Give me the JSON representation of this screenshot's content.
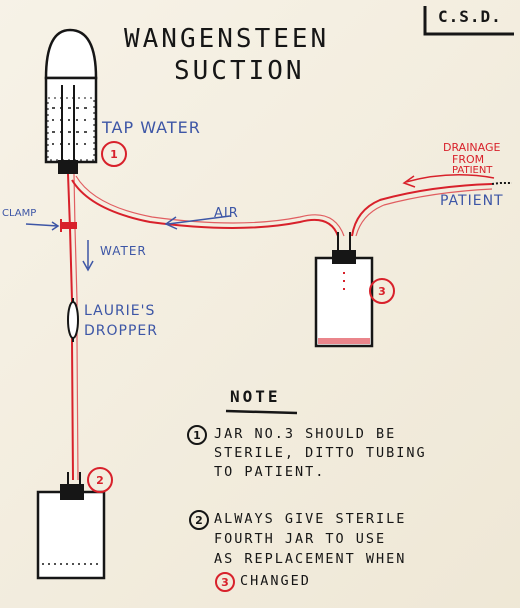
{
  "title_line1": "WANGENSTEEN",
  "title_line2": "SUCTION",
  "initials": "C.S.D.",
  "labels": {
    "tap_water": "TAP WATER",
    "clamp": "CLAMP",
    "water": "WATER",
    "air": "AIR",
    "dropper_line1": "LAURIE'S",
    "dropper_line2": "DROPPER",
    "drainage_line1": "DRAINAGE",
    "drainage_line2": "FROM",
    "drainage_line3": "PATIENT",
    "patient": "PATIENT"
  },
  "jar_numbers": {
    "jar1": "1",
    "jar2": "2",
    "jar3": "3"
  },
  "note": {
    "heading": "NOTE",
    "item1_number": "1",
    "item1_line1": "JAR NO.3 SHOULD BE",
    "item1_line2": "STERILE, DITTO TUBING",
    "item1_line3": "TO PATIENT.",
    "item2_number": "2",
    "item2_line1": "ALWAYS GIVE STERILE",
    "item2_line2": "FOURTH JAR TO USE",
    "item2_line3": "AS REPLACEMENT WHEN",
    "item2_line4_number": "3",
    "item2_line4": "CHANGED"
  },
  "colors": {
    "ink": "#161616",
    "tube": "#d8212b",
    "label_blue": "#3d56a6",
    "paper": "#f4eedf"
  }
}
